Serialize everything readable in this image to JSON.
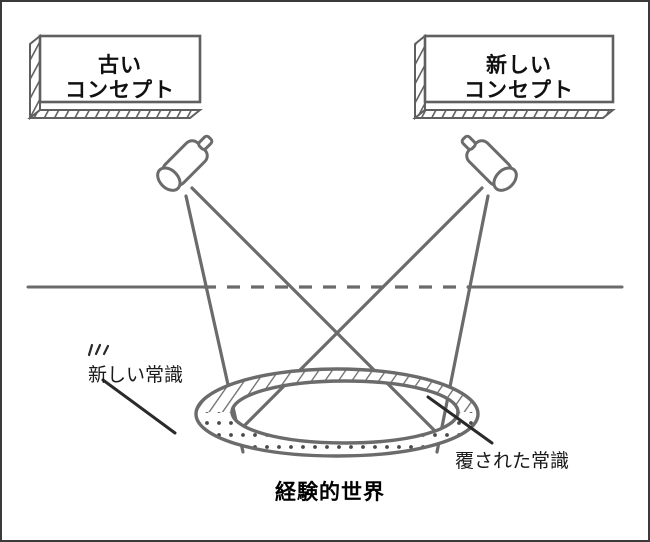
{
  "figure": {
    "title_caption": "経験的世界",
    "stroke_color": "#6b6b6b",
    "text_color": "#111111",
    "border_color": "#3a3a3a",
    "background": "#ffffff"
  },
  "boxes": [
    {
      "id": "old-concept",
      "line1": "古い",
      "line2": "コンセプト"
    },
    {
      "id": "new-concept",
      "line1": "新しい",
      "line2": "コンセプト"
    }
  ],
  "projectors": [
    {
      "id": "left-projector",
      "name": "projector-left"
    },
    {
      "id": "right-projector",
      "name": "projector-right"
    }
  ],
  "annotations": [
    {
      "id": "new-common-sense",
      "text": "新しい常識"
    },
    {
      "id": "overturned-common-sense",
      "text": "覆された常識"
    }
  ],
  "regions": [
    {
      "id": "hatched-band",
      "fill_style": "diagonal-hatch"
    },
    {
      "id": "dotted-band",
      "fill_style": "dots"
    }
  ],
  "horizon": {
    "id": "horizon-line",
    "style": "solid-ends-dashed-middle"
  }
}
